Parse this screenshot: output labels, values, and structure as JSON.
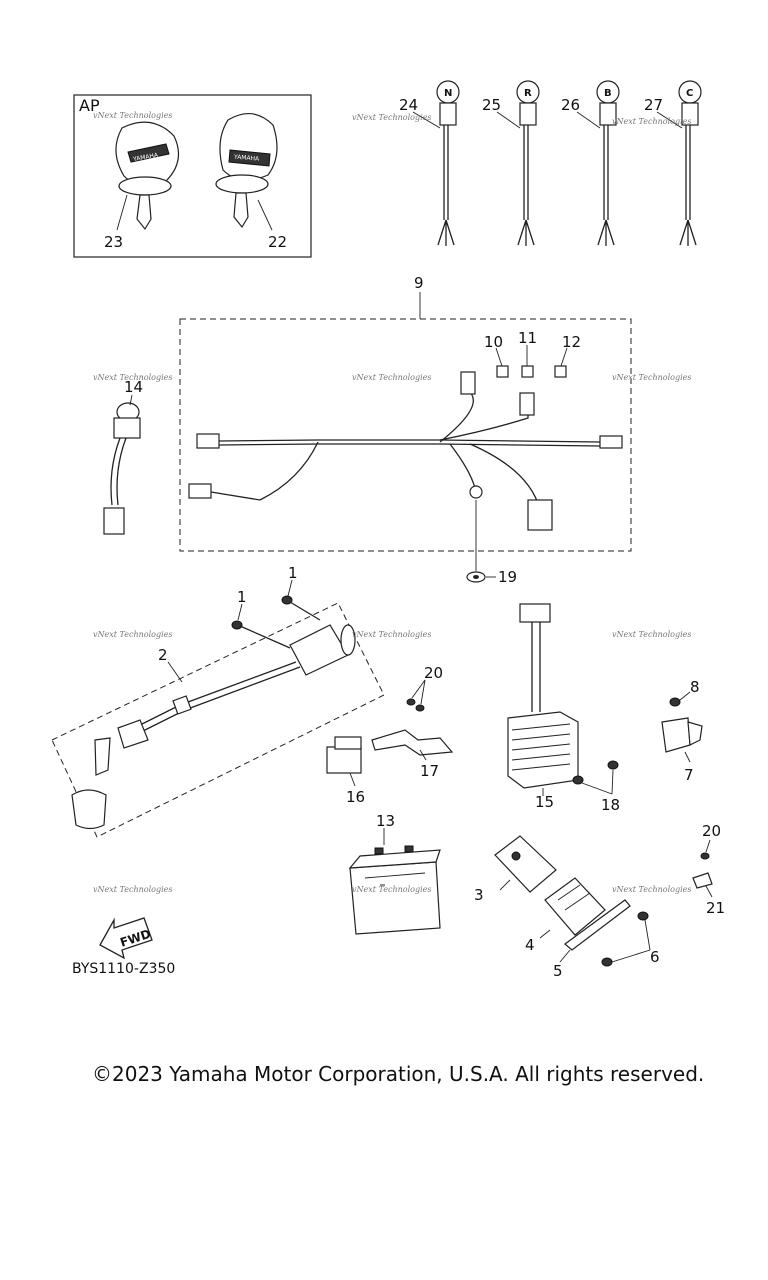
{
  "diagram": {
    "inset_label": "AP",
    "drawing_code": "BYS1110-Z350",
    "fwd_label": "FWD",
    "watermark": "vNext Technologies",
    "part_numbers": {
      "p1a": "1",
      "p1b": "1",
      "p2": "2",
      "p3": "3",
      "p4": "4",
      "p5": "5",
      "p6": "6",
      "p7": "7",
      "p8": "8",
      "p9": "9",
      "p10": "10",
      "p11": "11",
      "p12": "12",
      "p13": "13",
      "p14": "14",
      "p15": "15",
      "p16": "16",
      "p17": "17",
      "p18": "18",
      "p19": "19",
      "p20a": "20",
      "p20b": "20",
      "p21": "21",
      "p22": "22",
      "p23": "23",
      "p24": "24",
      "p25": "25",
      "p26": "26",
      "p27": "27"
    },
    "knob_letters": {
      "k24": "N",
      "k25": "R",
      "k26": "B",
      "k27": "C"
    },
    "key_brand": "YAMAHA"
  },
  "footer": {
    "copyright": "©2023 Yamaha Motor Corporation, U.S.A. All rights reserved."
  }
}
